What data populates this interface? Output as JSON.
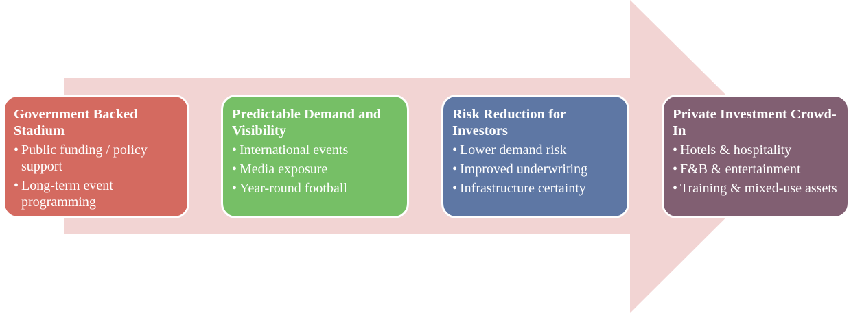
{
  "diagram": {
    "arrow_color": "#f2d4d3",
    "steps": [
      {
        "title": "Government Backed Stadium",
        "color": "#d46a60",
        "bullets": [
          "Public funding / policy support",
          "Long-term event programming"
        ]
      },
      {
        "title": "Predictable Demand and Visibility",
        "color": "#76bf66",
        "bullets": [
          "International events",
          "Media exposure",
          "Year-round football"
        ]
      },
      {
        "title": "Risk Reduction for Investors",
        "color": "#5e77a4",
        "bullets": [
          "Lower demand risk",
          "Improved underwriting",
          "Infrastructure certainty"
        ]
      },
      {
        "title": "Private Investment Crowd-In",
        "color": "#815f72",
        "bullets": [
          "Hotels & hospitality",
          "F&B & entertainment",
          "Training & mixed-use assets"
        ]
      }
    ]
  }
}
